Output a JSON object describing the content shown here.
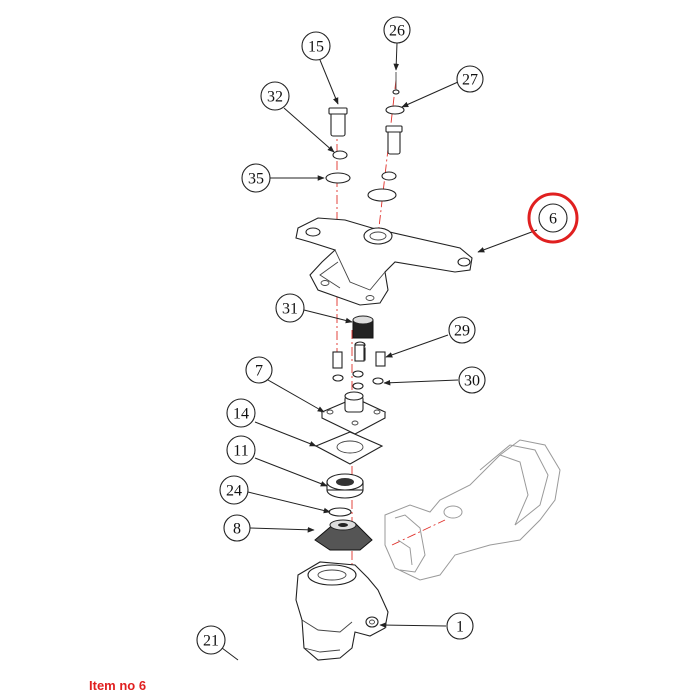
{
  "diagram": {
    "callouts": [
      "15",
      "26",
      "32",
      "27",
      "35",
      "6",
      "31",
      "29",
      "7",
      "30",
      "14",
      "11",
      "24",
      "8",
      "1",
      "21"
    ],
    "highlighted": "6",
    "highlight_color": "#e02020"
  },
  "caption": {
    "text": "Item no 6"
  }
}
